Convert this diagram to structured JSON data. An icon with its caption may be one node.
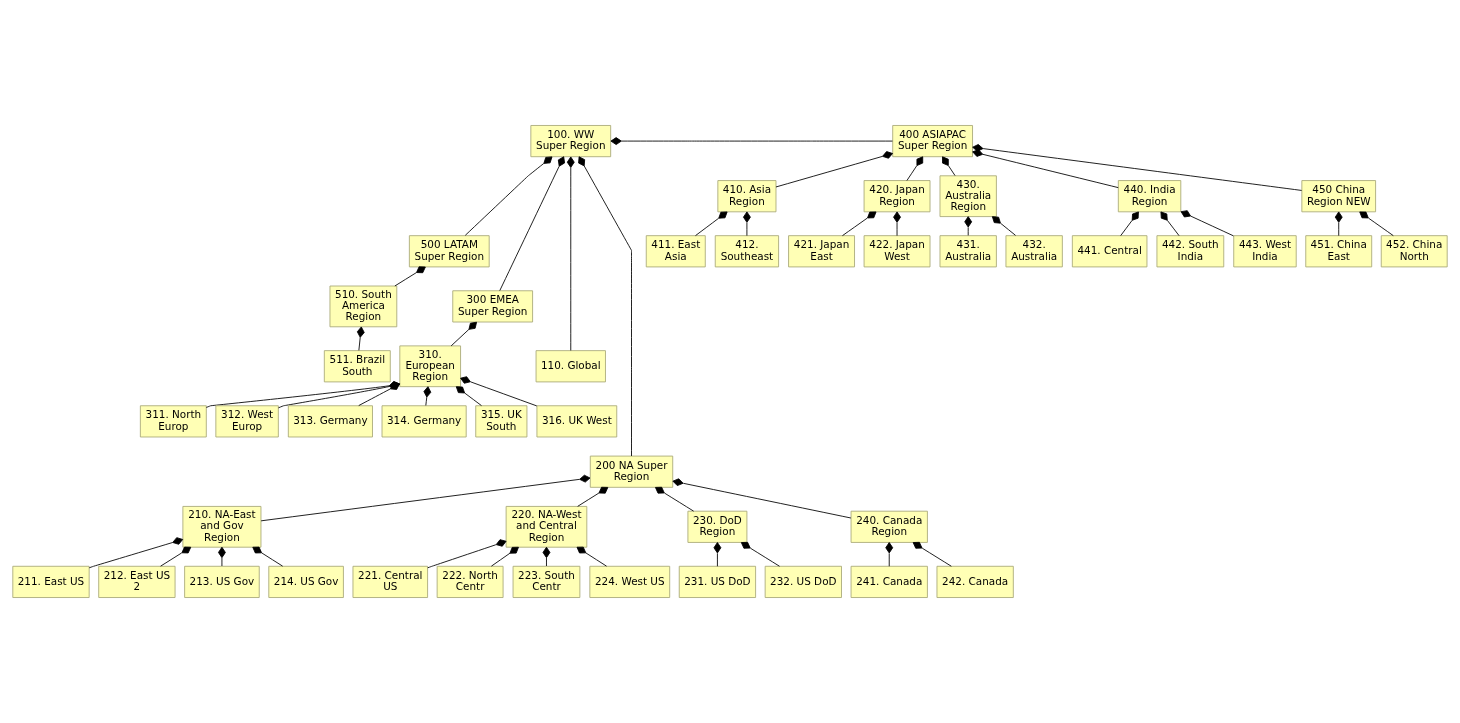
{
  "diagram": {
    "nodes": [
      {
        "text": [
          "100. WW Super Region"
        ]
      },
      {
        "text": [
          "400 ASIAPAC Super Region"
        ]
      },
      {
        "text": [
          "410. Asia Region"
        ]
      },
      {
        "text": [
          "420. Japan Region"
        ]
      },
      {
        "text": [
          "430. Australia Region"
        ]
      },
      {
        "text": [
          "440. India Region"
        ]
      },
      {
        "text": [
          "450 China Region NEW"
        ]
      },
      {
        "text": [
          "411. East Asia"
        ]
      },
      {
        "text": [
          "412. Southeast"
        ]
      },
      {
        "text": [
          "421. Japan East"
        ]
      },
      {
        "text": [
          "422. Japan West"
        ]
      },
      {
        "text": [
          "431. Australia"
        ]
      },
      {
        "text": [
          "432. Australia"
        ]
      },
      {
        "text": [
          "441. Central"
        ]
      },
      {
        "text": [
          "442. South India"
        ]
      },
      {
        "text": [
          "443. West India"
        ]
      },
      {
        "text": [
          "451. China East"
        ]
      },
      {
        "text": [
          "452. China North"
        ]
      },
      {
        "text": [
          "500 LATAM Super Region"
        ]
      },
      {
        "text": [
          "300 EMEA Super Region"
        ]
      },
      {
        "text": [
          "510. South America Region"
        ]
      },
      {
        "text": [
          "310. European Region"
        ]
      },
      {
        "text": [
          "110. Global"
        ]
      },
      {
        "text": [
          "511. Brazil South"
        ]
      },
      {
        "text": [
          "311. North Europ"
        ]
      },
      {
        "text": [
          "312. West Europ"
        ]
      },
      {
        "text": [
          "313. Germany"
        ]
      },
      {
        "text": [
          "314. Germany"
        ]
      },
      {
        "text": [
          "315. UK South"
        ]
      },
      {
        "text": [
          "316. UK West"
        ]
      },
      {
        "text": [
          "200 NA Super Region"
        ]
      },
      {
        "text": [
          "210. NA-East and Gov Region"
        ]
      },
      {
        "text": [
          "220. NA-West and Central Region"
        ]
      },
      {
        "text": [
          "230. DoD Region"
        ]
      },
      {
        "text": [
          "240. Canada Region"
        ]
      },
      {
        "text": [
          "211. East US"
        ]
      },
      {
        "text": [
          "212. East US 2"
        ]
      },
      {
        "text": [
          "213. US Gov"
        ]
      },
      {
        "text": [
          "214. US Gov"
        ]
      },
      {
        "text": [
          "221. Central US"
        ]
      },
      {
        "text": [
          "222. North Centr"
        ]
      },
      {
        "text": [
          "223. South Centr"
        ]
      },
      {
        "text": [
          "224. West US"
        ]
      },
      {
        "text": [
          "231. US DoD"
        ]
      },
      {
        "text": [
          "232. US DoD"
        ]
      },
      {
        "text": [
          "241. Canada"
        ]
      },
      {
        "text": [
          "242. Canada"
        ]
      }
    ],
    "edges": [
      {
        "from": 0,
        "to": 1,
        "arrow": "other"
      },
      {
        "from": 0,
        "to": 22,
        "arrow": "other"
      },
      {
        "from": 0,
        "to": 18,
        "arrow": "other"
      },
      {
        "from": 0,
        "to": 30,
        "arrow": "other"
      },
      {
        "from": 0,
        "to": 19,
        "arrow": "other"
      },
      {
        "from": 1,
        "to": 2,
        "arrow": "other"
      },
      {
        "from": 1,
        "to": 3,
        "arrow": "other"
      },
      {
        "from": 1,
        "to": 4,
        "arrow": "other"
      },
      {
        "from": 1,
        "to": 5,
        "arrow": "other"
      },
      {
        "from": 1,
        "to": 6,
        "arrow": "other"
      },
      {
        "from": 2,
        "to": 7,
        "arrow": "other"
      },
      {
        "from": 2,
        "to": 8,
        "arrow": "other"
      },
      {
        "from": 3,
        "to": 9,
        "arrow": "other"
      },
      {
        "from": 3,
        "to": 10,
        "arrow": "other"
      },
      {
        "from": 4,
        "to": 11,
        "arrow": "other"
      },
      {
        "from": 4,
        "to": 12,
        "arrow": "other"
      },
      {
        "from": 5,
        "to": 13,
        "arrow": "other"
      },
      {
        "from": 5,
        "to": 14,
        "arrow": "other"
      },
      {
        "from": 5,
        "to": 15,
        "arrow": "other"
      },
      {
        "from": 6,
        "to": 16,
        "arrow": "other"
      },
      {
        "from": 6,
        "to": 17,
        "arrow": "other"
      },
      {
        "from": 18,
        "to": 20,
        "arrow": "other"
      },
      {
        "from": 20,
        "to": 23,
        "arrow": "other"
      },
      {
        "from": 19,
        "to": 21,
        "arrow": "other"
      },
      {
        "from": 21,
        "to": 24,
        "arrow": "other"
      },
      {
        "from": 21,
        "to": 25,
        "arrow": "other"
      },
      {
        "from": 21,
        "to": 26,
        "arrow": "other"
      },
      {
        "from": 21,
        "to": 27,
        "arrow": "other"
      },
      {
        "from": 21,
        "to": 28,
        "arrow": "other"
      },
      {
        "from": 21,
        "to": 29,
        "arrow": "other"
      },
      {
        "from": 30,
        "to": 31,
        "arrow": "other"
      },
      {
        "from": 30,
        "to": 32,
        "arrow": "other"
      },
      {
        "from": 30,
        "to": 33,
        "arrow": "other"
      },
      {
        "from": 30,
        "to": 34,
        "arrow": "other"
      },
      {
        "from": 31,
        "to": 35,
        "arrow": "other"
      },
      {
        "from": 31,
        "to": 36,
        "arrow": "other"
      },
      {
        "from": 31,
        "to": 37,
        "arrow": "other"
      },
      {
        "from": 31,
        "to": 38,
        "arrow": "other"
      },
      {
        "from": 32,
        "to": 39,
        "arrow": "other"
      },
      {
        "from": 32,
        "to": 40,
        "arrow": "other"
      },
      {
        "from": 32,
        "to": 41,
        "arrow": "other"
      },
      {
        "from": 32,
        "to": 42,
        "arrow": "other"
      },
      {
        "from": 33,
        "to": 43,
        "arrow": "other"
      },
      {
        "from": 33,
        "to": 44,
        "arrow": "other"
      },
      {
        "from": 34,
        "to": 45,
        "arrow": "other"
      },
      {
        "from": 34,
        "to": 46,
        "arrow": "other"
      }
    ]
  }
}
